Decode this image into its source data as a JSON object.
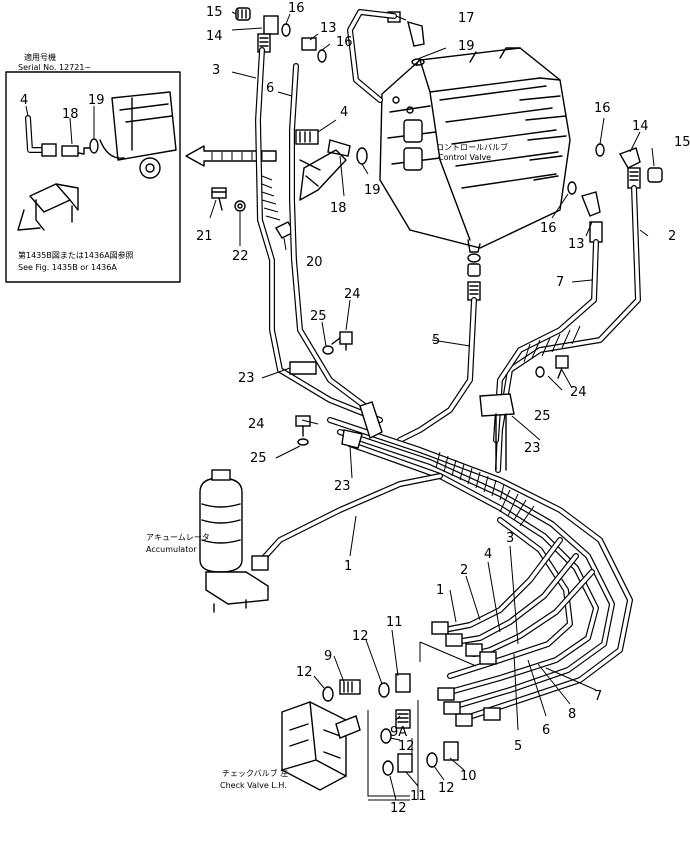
{
  "inset": {
    "title_jp": "適用号機",
    "serial": "Serial No. 12721~",
    "ref_jp": "第1435B図または1436A図参照",
    "ref_en": "See Fig. 1435B or 1436A"
  },
  "captions": {
    "control_valve_jp": "コントロールバルブ",
    "control_valve_en": "Control Valve",
    "accumulator_jp": "アキュームレータ",
    "accumulator_en": "Accumulator",
    "check_valve_jp": "チェックバルブ 左",
    "check_valve_en": "Check Valve L.H."
  },
  "callouts": [
    {
      "id": "c15a",
      "text": "15"
    },
    {
      "id": "c16a",
      "text": "16"
    },
    {
      "id": "c14a",
      "text": "14"
    },
    {
      "id": "c13a",
      "text": "13"
    },
    {
      "id": "c16b",
      "text": "16"
    },
    {
      "id": "c17",
      "text": "17"
    },
    {
      "id": "c19a",
      "text": "19"
    },
    {
      "id": "c3a",
      "text": "3"
    },
    {
      "id": "c6a",
      "text": "6"
    },
    {
      "id": "c4a",
      "text": "4"
    },
    {
      "id": "c19b",
      "text": "19"
    },
    {
      "id": "c18a",
      "text": "18"
    },
    {
      "id": "c16c",
      "text": "16"
    },
    {
      "id": "c14b",
      "text": "14"
    },
    {
      "id": "c15b",
      "text": "15"
    },
    {
      "id": "c16d",
      "text": "16"
    },
    {
      "id": "c13b",
      "text": "13"
    },
    {
      "id": "c2a",
      "text": "2"
    },
    {
      "id": "c7a",
      "text": "7"
    },
    {
      "id": "c21",
      "text": "21"
    },
    {
      "id": "c22",
      "text": "22"
    },
    {
      "id": "c20",
      "text": "20"
    },
    {
      "id": "c4i",
      "text": "4"
    },
    {
      "id": "c18i",
      "text": "18"
    },
    {
      "id": "c19i",
      "text": "19"
    },
    {
      "id": "c5a",
      "text": "5"
    },
    {
      "id": "c24a",
      "text": "24"
    },
    {
      "id": "c25a",
      "text": "25"
    },
    {
      "id": "c23a",
      "text": "23"
    },
    {
      "id": "c25b",
      "text": "25"
    },
    {
      "id": "c24b",
      "text": "24"
    },
    {
      "id": "c24c",
      "text": "24"
    },
    {
      "id": "c25c",
      "text": "25"
    },
    {
      "id": "c23b",
      "text": "23"
    },
    {
      "id": "c23c",
      "text": "23"
    },
    {
      "id": "c1a",
      "text": "1"
    },
    {
      "id": "c3b",
      "text": "3"
    },
    {
      "id": "c4b",
      "text": "4"
    },
    {
      "id": "c2b",
      "text": "2"
    },
    {
      "id": "c1b",
      "text": "1"
    },
    {
      "id": "c11a",
      "text": "11"
    },
    {
      "id": "c12a",
      "text": "12"
    },
    {
      "id": "c9",
      "text": "9"
    },
    {
      "id": "c12b",
      "text": "12"
    },
    {
      "id": "c9A",
      "text": "9A"
    },
    {
      "id": "c12c",
      "text": "12"
    },
    {
      "id": "c5b",
      "text": "5"
    },
    {
      "id": "c6b",
      "text": "6"
    },
    {
      "id": "c8",
      "text": "8"
    },
    {
      "id": "c7b",
      "text": "7"
    },
    {
      "id": "c10",
      "text": "10"
    },
    {
      "id": "c12d",
      "text": "12"
    },
    {
      "id": "c11b",
      "text": "11"
    },
    {
      "id": "c12e",
      "text": "12"
    }
  ]
}
